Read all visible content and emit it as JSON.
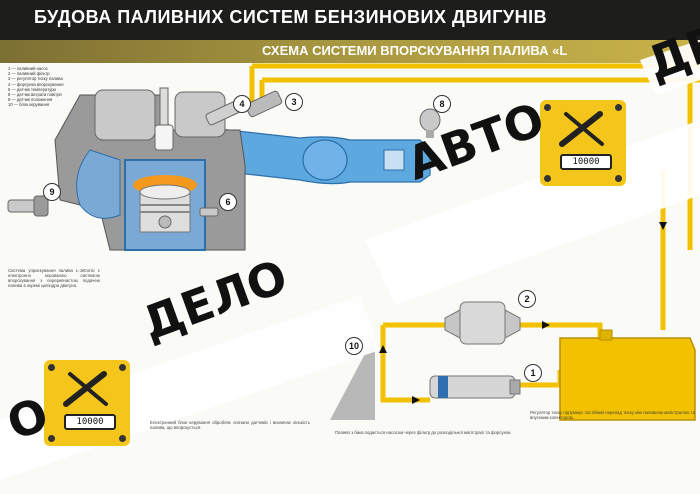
{
  "header": {
    "title": "БУДОВА ПАЛИВНИХ СИСТЕМ БЕНЗИНОВИХ ДВИГУНІВ",
    "subtitle": "СХЕМА СИСТЕМИ ВПОРСКУВАННЯ ПАЛИВА «L"
  },
  "watermark": {
    "avto": "АВТО",
    "delo": "ДЕЛО",
    "delo_right": "ДЕ",
    "o_left": "О",
    "counter": "10000"
  },
  "callouts": [
    "1",
    "2",
    "3",
    "4",
    "6",
    "8",
    "9",
    "10"
  ],
  "colors": {
    "header_bg": "#1d1d1b",
    "band_gold": "#c9b34a",
    "fuel_line": "#f2c200",
    "air_blue": "#5ea8e0",
    "badge_yellow": "#f4c51a",
    "piston_orange": "#f39a1e"
  },
  "icons": [
    "wrench-icon",
    "screwdriver-icon",
    "arrow-icon"
  ]
}
